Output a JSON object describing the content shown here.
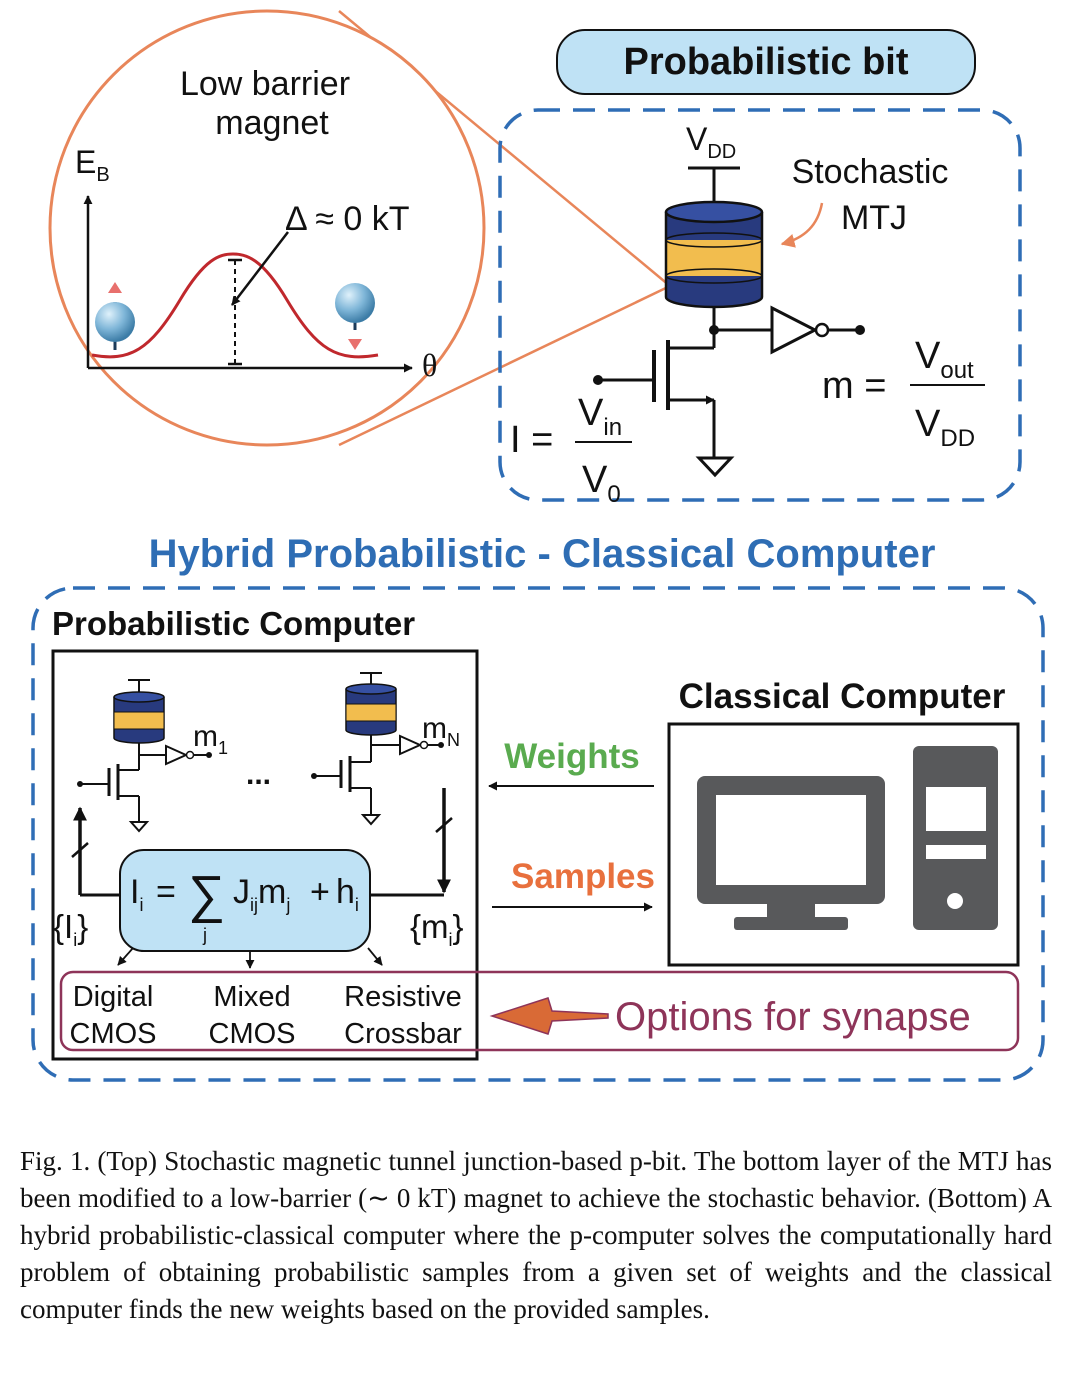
{
  "colors": {
    "blue_dash": "#2f6db5",
    "title_blue": "#2e6db4",
    "pill_fill": "#bfe2f5",
    "circle_orange": "#e8865a",
    "curve_red": "#c0282d",
    "mtj_navy": "#283a7e",
    "mtj_gold": "#f2bd4e",
    "weights_green": "#5aab4f",
    "samples_orange": "#e8703d",
    "synapse_maroon": "#8e3459",
    "computer_gray": "#58595b"
  },
  "pbit": {
    "title": "Probabilistic bit",
    "vdd_label": "V",
    "vdd_sub": "DD",
    "stochastic_label_line1": "Stochastic",
    "stochastic_label_line2": "MTJ",
    "m_lhs": "m =",
    "m_num": "V",
    "m_num_sub": "out",
    "m_den": "V",
    "m_den_sub": "DD",
    "i_lhs": "I =",
    "i_num": "V",
    "i_num_sub": "in",
    "i_den": "V",
    "i_den_sub": "0"
  },
  "magnet": {
    "title_line1": "Low barrier",
    "title_line2": "magnet",
    "eb_label": "E",
    "eb_sub": "B",
    "delta_label": "Δ ≈ 0 kT",
    "theta_label": "θ"
  },
  "system": {
    "title": "Hybrid Probabilistic - Classical Computer",
    "pc_title": "Probabilistic Computer",
    "cc_title": "Classical Computer",
    "m1": "m",
    "m1_sub": "1",
    "mN": "m",
    "mN_sub": "N",
    "dots": "...",
    "weights": "Weights",
    "samples": "Samples",
    "eq_I": "I",
    "eq_I_sub": "i",
    "eq_eq": "=",
    "eq_sum": "∑",
    "eq_sum_sub": "j",
    "eq_J": "J",
    "eq_J_sub": "ij",
    "eq_m": "m",
    "eq_m_sub": "j",
    "eq_plus": "+",
    "eq_h": "h",
    "eq_h_sub": "i",
    "set_I": "{I",
    "set_I_sub": "i",
    "set_I_close": "}",
    "set_m": "{m",
    "set_m_sub": "i",
    "set_m_close": "}",
    "opt1_line1": "Digital",
    "opt1_line2": "CMOS",
    "opt2_line1": "Mixed",
    "opt2_line2": "CMOS",
    "opt3_line1": "Resistive",
    "opt3_line2": "Crossbar",
    "synapse_label": "Options for synapse"
  },
  "caption": "Fig. 1.   (Top) Stochastic magnetic tunnel junction-based p-bit. The bottom layer of the MTJ has been modified to a low-barrier (∼ 0 kT) magnet to achieve the stochastic behavior. (Bottom) A hybrid probabilistic-classical computer where the p-computer solves the computationally hard problem of obtaining probabilistic samples from a given set of weights and the classical computer finds the new weights based on the provided samples."
}
